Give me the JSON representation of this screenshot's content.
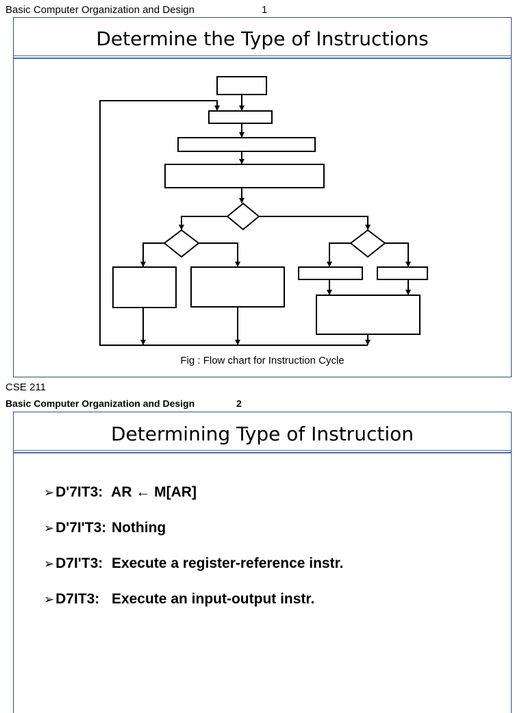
{
  "slide1": {
    "header": "Basic Computer Organization and Design",
    "page_number": "1",
    "title": "Determine the Type of Instructions",
    "caption": "Fig : Flow chart for Instruction Cycle"
  },
  "footer": "CSE 211",
  "slide2": {
    "header": "Basic Computer Organization and Design",
    "page_number": "2",
    "title": "Determining Type of Instruction",
    "bullets": [
      {
        "label": "D'7IT3:",
        "text": "AR ← M[AR]"
      },
      {
        "label": "D'7I'T3:",
        "text": "Nothing"
      },
      {
        "label": "D7I'T3:",
        "text": "Execute a register-reference instr."
      },
      {
        "label": "D7IT3:",
        "text": "Execute an input-output instr."
      }
    ]
  },
  "icons": {
    "bullet": "arrowhead-icon"
  }
}
